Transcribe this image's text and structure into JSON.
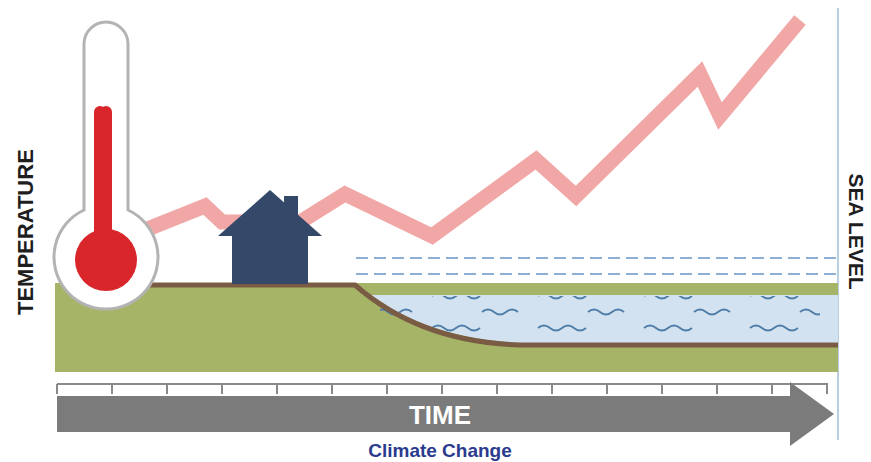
{
  "diagram": {
    "caption": "Climate Change",
    "labels": [
      "TEMPERATURE",
      "TIME",
      "SEA LEVEL"
    ]
  }
}
